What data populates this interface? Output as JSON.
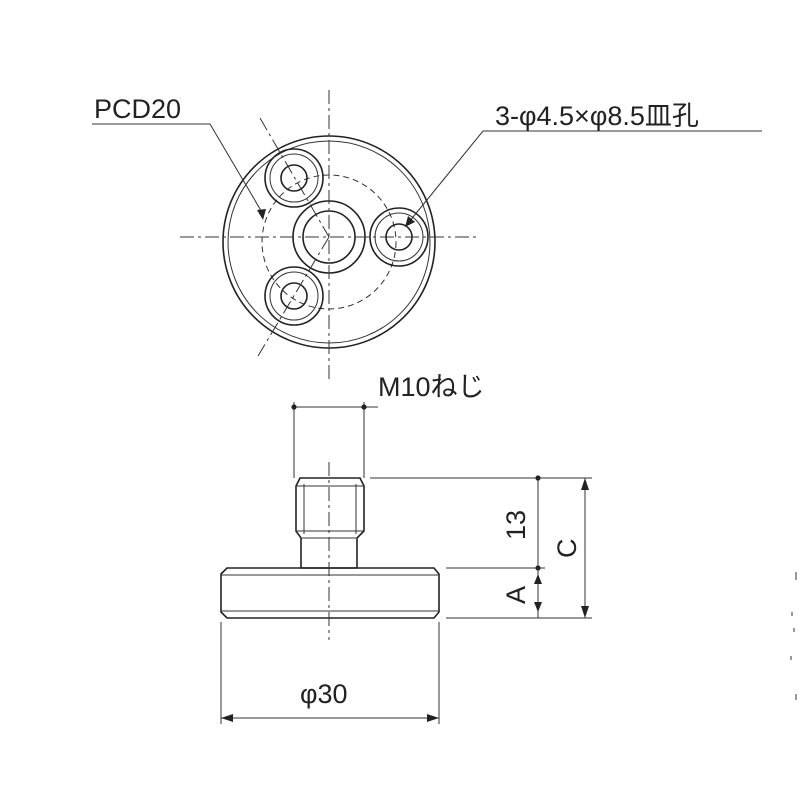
{
  "labels": {
    "pcd": "PCD20",
    "holes": "3-φ4.5×φ8.5皿孔",
    "thread": "M10ねじ",
    "dim_13": "13",
    "dim_c": "C",
    "dim_a": "A",
    "dim_diameter": "φ30"
  }
}
